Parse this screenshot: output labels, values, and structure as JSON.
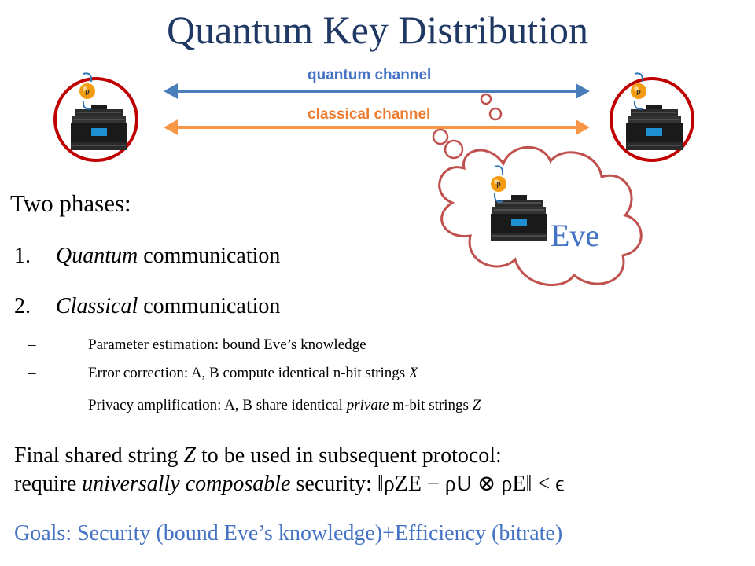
{
  "title": "Quantum Key Distribution",
  "channels": {
    "quantum": "quantum channel",
    "classical": "classical channel"
  },
  "colors": {
    "title": "#1f3864",
    "quantum_channel": "#4472c4",
    "classical_channel": "#ed7d31",
    "party_ring": "#c00000",
    "cloud": "#c0504d",
    "goals": "#4472c4"
  },
  "icons": [
    "server-icon",
    "qubit-icon"
  ],
  "eve": "Eve",
  "phases": {
    "heading": "Two phases:",
    "items": [
      {
        "num": "1.",
        "italic": "Quantum",
        "rest": " communication"
      },
      {
        "num": "2.",
        "italic": "Classical",
        "rest": " communication"
      }
    ],
    "subitems": [
      {
        "dash": "–",
        "text": "Parameter estimation: bound Eve’s knowledge"
      },
      {
        "dash": "–",
        "text": "Error correction: A, B compute identical n-bit strings ",
        "var": "X"
      },
      {
        "dash": "–",
        "pre": "Privacy amplification: A, B share identical ",
        "italic": "private",
        "post": " m-bit strings ",
        "var": "Z"
      }
    ]
  },
  "final": {
    "line1_pre": "Final shared string ",
    "line1_var": "Z",
    "line1_post": " to be used in subsequent protocol:",
    "line2_pre": "require ",
    "line2_italic": "universally composable",
    "line2_post": " security: ",
    "formula": "‖ρZE − ρU ⊗ ρE‖ < ϵ"
  },
  "goals": "Goals: Security (bound Eve’s knowledge)+Efficiency (bitrate)"
}
